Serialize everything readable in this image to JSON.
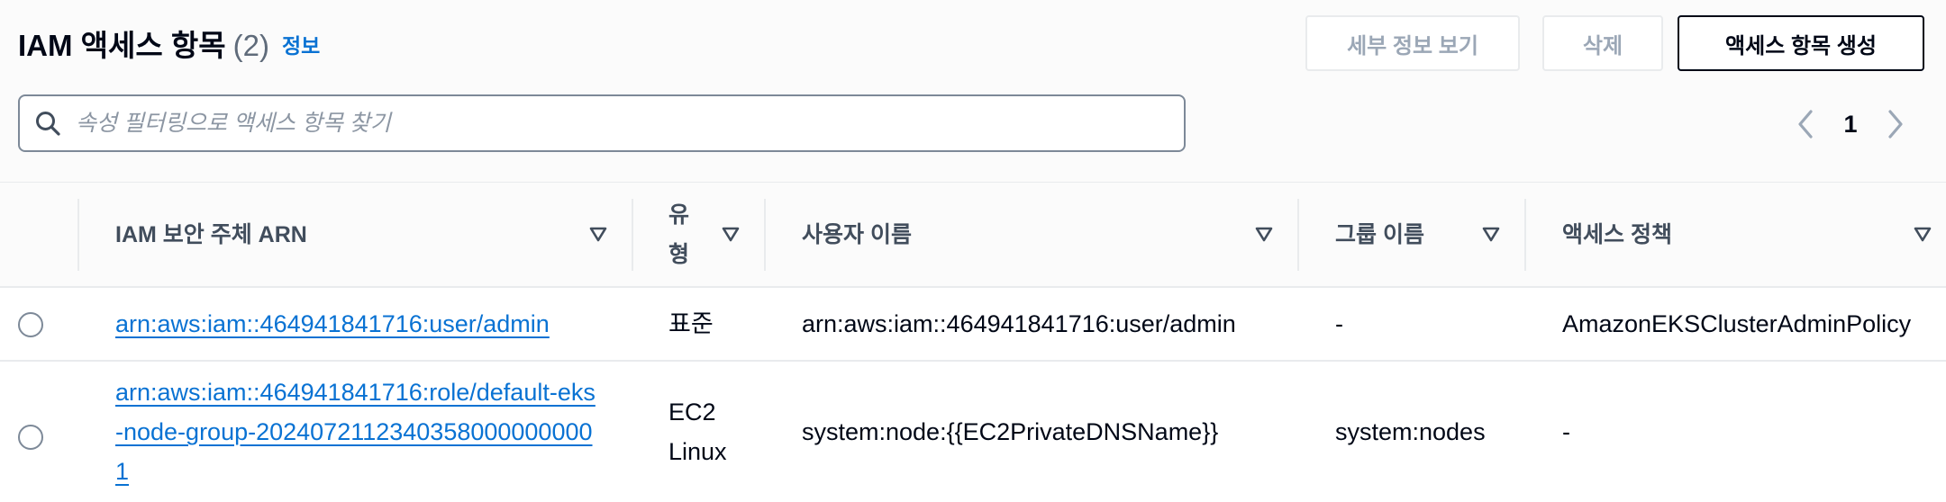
{
  "header": {
    "title": "IAM 액세스 항목",
    "count": "(2)",
    "info_link": "정보"
  },
  "actions": {
    "view_details": "세부 정보 보기",
    "delete": "삭제",
    "create": "액세스 항목 생성"
  },
  "search": {
    "placeholder": "속성 필터링으로 액세스 항목 찾기",
    "value": ""
  },
  "pagination": {
    "current_page": "1"
  },
  "table": {
    "columns": {
      "principal_arn": "IAM 보안 주체 ARN",
      "type": "유형",
      "username": "사용자 이름",
      "group": "그룹 이름",
      "policy": "액세스 정책"
    },
    "rows": [
      {
        "principal_arn": "arn:aws:iam::464941841716:user/admin",
        "type": "표준",
        "username": "arn:aws:iam::464941841716:user/admin",
        "group": "-",
        "policy": "AmazonEKSClusterAdminPolicy"
      },
      {
        "principal_arn": "arn:aws:iam::464941841716:role/default-eks-node-group-20240721123403580000000001",
        "type": "EC2 Linux",
        "username": "system:node:{{EC2PrivateDNSName}}",
        "group": "system:nodes",
        "policy": "-"
      }
    ]
  },
  "colors": {
    "link": "#0972d3",
    "text": "#000716",
    "header_text": "#414d5c",
    "disabled_text": "#9ba7b6",
    "border": "#e9ebed"
  }
}
